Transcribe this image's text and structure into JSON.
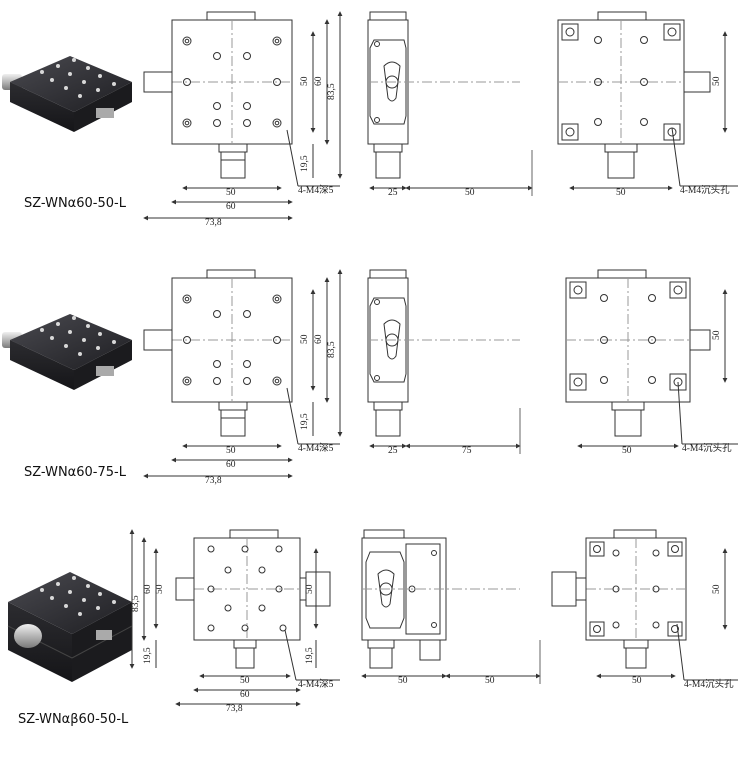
{
  "rows": [
    {
      "model": "SZ-WNα60-50-L",
      "variant": "alpha",
      "dims": {
        "w50": "50",
        "w60": "60",
        "w738": "73,8",
        "h50": "50",
        "h60": "60",
        "h835": "83,5",
        "h195": "19,5",
        "side_w": "25",
        "side_travel": "50",
        "bottom_w": "50",
        "bottom_h": "50"
      },
      "callout_top": "4-M4深5",
      "callout_bottom": "4-M4沉头孔"
    },
    {
      "model": "SZ-WNα60-75-L",
      "variant": "alpha",
      "dims": {
        "w50": "50",
        "w60": "60",
        "w738": "73,8",
        "h50": "50",
        "h60": "60",
        "h835": "83,5",
        "h195": "19,5",
        "side_w": "25",
        "side_travel": "75",
        "bottom_w": "50",
        "bottom_h": "50"
      },
      "callout_top": "4-M4深5",
      "callout_bottom": "4-M4沉头孔"
    },
    {
      "model": "SZ-WNαβ60-50-L",
      "variant": "beta",
      "dims": {
        "w50": "50",
        "w60": "60",
        "w738": "73,8",
        "h50": "50",
        "h60": "60",
        "h835": "83,5",
        "h195": "19,5",
        "right_h50": "50",
        "right_h195": "19,5",
        "side_w": "50",
        "side_travel": "50",
        "bottom_w": "50",
        "bottom_h": "50"
      },
      "callout_top": "4-M4深5",
      "callout_bottom": "4-M4沉头孔"
    }
  ],
  "colors": {
    "line": "#333333",
    "thin": "#666666",
    "center": "#888888",
    "stage_dark": "#2a2a2e",
    "stage_mid": "#3b3b40",
    "metal": "#c8c8c8"
  }
}
